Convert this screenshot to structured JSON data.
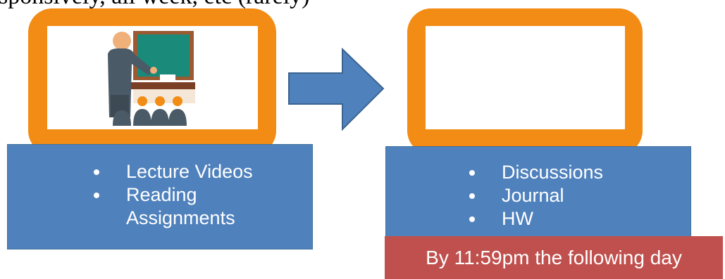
{
  "header_text": "sponsively, all week, etc (rarely)",
  "left_panel": {
    "items": [
      "Lecture Videos",
      "Reading Assignments"
    ]
  },
  "right_panel": {
    "items": [
      "Discussions",
      "Journal",
      "HW"
    ]
  },
  "deadline_banner": "By 11:59pm the following day",
  "colors": {
    "monitor_orange": "#f28c14",
    "panel_blue": "#4f81bd",
    "arrow_blue": "#4f81bd",
    "banner_red": "#c0504d"
  },
  "icons": {
    "left_screen": "teacher-at-chalkboard-icon",
    "connector": "right-arrow-icon"
  }
}
